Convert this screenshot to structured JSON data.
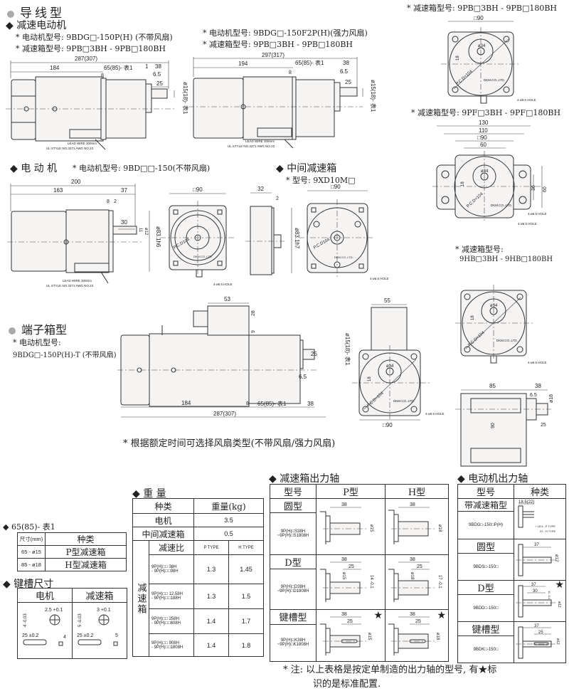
{
  "sections": {
    "wired": "导线型",
    "gear_motor": "减速电动机",
    "motor": "电 动 机",
    "intermediate": "中间减速箱",
    "terminal": "端子箱型"
  },
  "drawing1": {
    "motor_model": "* 电动机型号: 9BDG□-150P(H) (不带风扇)",
    "gear_model": "* 减速箱型号: 9PB□3BH - 9PB□180BH",
    "total": "287(307)",
    "body": "184",
    "table": "65(85)- 表1",
    "d1": "1",
    "d38": "38",
    "d65": "6.5",
    "d25": "25",
    "d8": "8",
    "shaft": "ø15(18)- 表1",
    "lead1": "LEAD WIRE 300mm",
    "lead2": "UL STYLE NO.3271 AWG NO.22"
  },
  "drawing2": {
    "motor_model": "* 电动机型号: 9BDG□-150F2P(H)(强力风扇)",
    "gear_model": "* 减速箱型号: 9PB□3BH - 9PB□180BH",
    "total": "297(317)",
    "body": "194",
    "table": "65(85)- 表1",
    "d38": "38",
    "d65": "6.5",
    "d25": "25",
    "d8": "8",
    "shaft": "ø15(18)- 表1",
    "lead1": "LEAD WIRE 300mm",
    "lead2": "UL STYLE NO.3271 AWG NO.22"
  },
  "face_9pb": {
    "model": "* 减速箱型号: 9PB□3BH - 9PB□180BH",
    "square": "□90",
    "hub": "ø34",
    "d18": "18",
    "pcd": "P.C.D=104",
    "brand": "DKM.CO.,LTD.",
    "hole": "4-ø6.5 HOLE"
  },
  "face_9pf": {
    "model": "* 减速箱型号: 9PF□3BH - 9PF□180BH",
    "d130": "130",
    "d110": "110",
    "square": "□90",
    "d60": "60",
    "v36": "36",
    "v60": "60",
    "hub": "ø34",
    "d18": "18",
    "pcd": "P.C.D=104",
    "brand": "DKM.CO.,LTD.",
    "hole1": "4-ø6.5 HOLE",
    "hole2": "4-ø6.5 HOLE"
  },
  "motor": {
    "model": "* 电动机型号: 9BD□□-150(不带风扇)",
    "total": "200",
    "body": "163",
    "d37": "37",
    "d8": "8",
    "d2": "2",
    "d30": "30",
    "d11": "11",
    "shaft": "ø12",
    "pilot": "ø83.1h6",
    "lead1": "LEAD WIRE 300mm",
    "lead2": "UL STYLE NO.3271 AWG NO.22",
    "face_square": "□90",
    "face_pcd": "P.C.D104",
    "face_brand": "DKM.CO.,LTD.",
    "face_hole": "4-ø6.5 HOLE"
  },
  "intermediate": {
    "model": "* 型号:  9XD10M□",
    "d32": "32",
    "d2": "2",
    "pilot": "ø83.1h7",
    "face_square": "□90",
    "face_pcd": "P.C.D104",
    "face_brand": "DKM.CO.,LTD.",
    "face_hole": "4-ø6.5 HOLE"
  },
  "face_9hb": {
    "model_label": "* 减速箱型号:",
    "model": "9HB□3BH - 9HB□180BH",
    "hub": "ø34",
    "d18": "18",
    "pcd": "P.C.D=104",
    "brand": "DKM.CO.,LTD.",
    "hole": "4-ø6.5 HOLE",
    "side_d85": "85",
    "side_d38": "38",
    "side_d65": "6.5",
    "side_d25": "25",
    "side_shaft": "ø18",
    "side_d90": "90"
  },
  "terminal": {
    "model_label": "* 电动机型号:",
    "model": "9BDG□-150P(H)-T (不带风扇)",
    "d53": "53",
    "d28": "28",
    "d9": "9",
    "d25": "25",
    "d65": "6.5",
    "shaft": "ø15(18)- 表1",
    "body": "184",
    "d8": "8",
    "table": "65(85)- 表1",
    "d38": "38",
    "total": "287(307)",
    "face_d55": "55",
    "face_square": "□90",
    "face_hub": "ø34",
    "face_d18": "18",
    "face_pcd": "P.C.D=104",
    "face_brand": "DKM.CO.,LTD.",
    "face_hole": "4-ø6.5 HOLE"
  },
  "fan_note": "* 根据额定时间可选择风扇类型(不带风扇/强力风扇)",
  "table1": {
    "title": "◆ 65(85)- 表1",
    "headers": [
      "尺寸(mm)",
      "种类"
    ],
    "rows": [
      [
        "65 - ø15",
        "P型减速箱"
      ],
      [
        "85 - ø18",
        "H型减速箱"
      ]
    ]
  },
  "keyway": {
    "title": "◆ 键槽尺寸",
    "headers": [
      "电机",
      "减速箱"
    ],
    "motor": {
      "depth": "4 -0.03",
      "width": "2.5 +0.1",
      "len": "25 ±0.2",
      "key": "4"
    },
    "gear": {
      "depth": "5 -0.03",
      "width": "3 +0.1",
      "len": "25 ±0.2",
      "key": "5"
    }
  },
  "weight": {
    "title": "◆ 重 量",
    "headers": [
      "种类",
      "重量(kg)"
    ],
    "motor_label": "电机",
    "motor_value": "3.5",
    "inter_label": "中间减速箱",
    "inter_value": "0.5",
    "gear_label": "减速箱",
    "sub_headers": [
      "减速比",
      "P TYPE",
      "H TYPE"
    ],
    "rows": [
      {
        "ratio1": "9P(H)□□ 38H",
        "ratio2": "- 9P(H)□□98H",
        "p": "1.3",
        "h": "1.45"
      },
      {
        "ratio1": "9P(H)□□ 12.58H",
        "ratio2": "- 9P(H)□□188H",
        "p": "1.3",
        "h": "1.5"
      },
      {
        "ratio1": "9P(H)□□ 258H",
        "ratio2": "- 9P(H)□□608H",
        "p": "1.4",
        "h": "1.7"
      },
      {
        "ratio1": "9P(H)□□ 908H",
        "ratio2": "- 9P(H)□□1808H",
        "p": "1.4",
        "h": "1.8"
      }
    ]
  },
  "gear_shaft": {
    "title": "◆ 减速箱出力轴",
    "headers": [
      "型号",
      "P型",
      "H型"
    ],
    "rows": [
      {
        "type": "圆型",
        "model1": "9P(H)□S38H",
        "model2": "~9P(H)□S1808H",
        "p_dims": [
          "38",
          "ø15"
        ],
        "h_dims": [
          "38",
          "ø18"
        ],
        "star": false
      },
      {
        "type": "D型",
        "model1": "9P(H)□D38H",
        "model2": "~9P(H)□D1808H",
        "p_dims": [
          "38",
          "25",
          "ø15",
          "14 -0.1"
        ],
        "h_dims": [
          "38",
          "25",
          "ø18",
          "17 -0.1"
        ],
        "star": false
      },
      {
        "type": "键槽型",
        "model1": "9P(H)□K38H",
        "model2": "~9P(H)□K1808H",
        "p_dims": [
          "38",
          "25",
          "ø15"
        ],
        "h_dims": [
          "38",
          "25",
          "ø18"
        ],
        "star": true
      }
    ]
  },
  "motor_shaft": {
    "title": "◆ 电动机出力轴",
    "headers": [
      "型号",
      "种类"
    ],
    "rows": [
      {
        "type": "带减速箱型",
        "model": "9BDG□-150□P(H)",
        "dims": [
          "18.5(22)",
          "* 18.5 : P TYPE",
          "22  : H TYPE"
        ],
        "star": false
      },
      {
        "type": "圆型",
        "model": "9BDS□-150□",
        "dims": [
          "37",
          "ø12"
        ],
        "star": false
      },
      {
        "type": "D型",
        "model": "9BDD□-150□",
        "dims": [
          "37",
          "30",
          "11 -0.1",
          "ø12"
        ],
        "star": true
      },
      {
        "type": "键槽型",
        "model": "9BDK□-150□",
        "dims": [
          "37",
          "25",
          "ø12"
        ],
        "star": false
      }
    ]
  },
  "star": "★",
  "footnote": {
    "line1": "* 注:  以上表格是按定单制造的出力轴的型号, 有★标",
    "line2": "识的是标准配置."
  }
}
